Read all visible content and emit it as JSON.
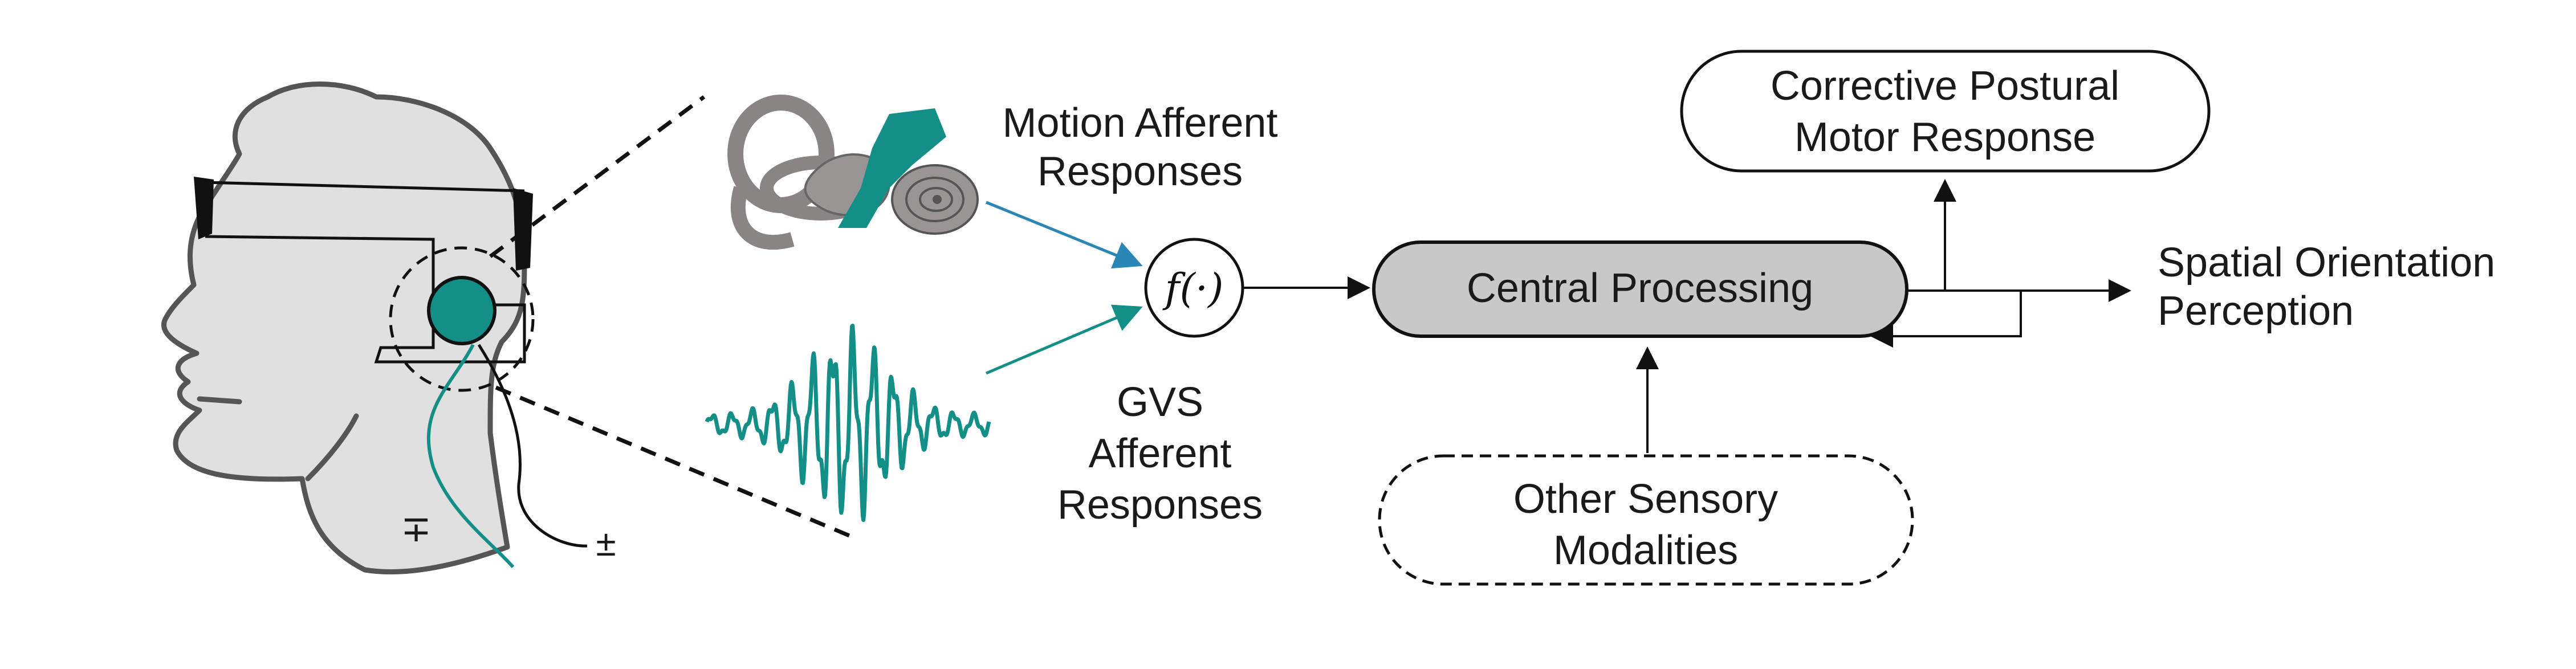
{
  "labels": {
    "motion_line1": "Motion Afferent",
    "motion_line2": "Responses",
    "gvs_line1": "GVS",
    "gvs_line2": "Afferent",
    "gvs_line3": "Responses",
    "function": "f(·)",
    "central": "Central Processing",
    "corrective_line1": "Corrective Postural",
    "corrective_line2": "Motor Response",
    "spatial_line1": "Spatial Orientation",
    "spatial_line2": "Perception",
    "other_line1": "Other Sensory",
    "other_line2": "Modalities",
    "minus_plus": "∓",
    "plus_minus": "±"
  },
  "colors": {
    "teal": "#138f87",
    "arrow_blue": "#2a86b4",
    "head_fill": "#e0e0e0",
    "head_stroke": "#555555",
    "central_fill": "#c8c8c8",
    "ear_gray": "#9a9595"
  }
}
